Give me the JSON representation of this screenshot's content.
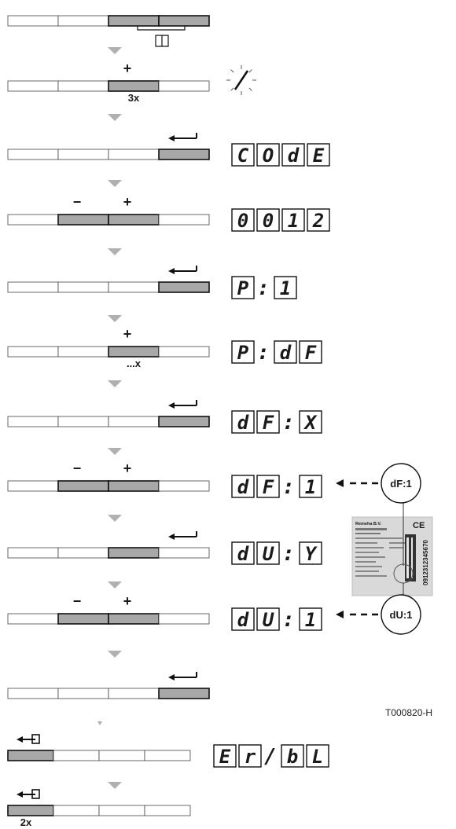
{
  "steps": [
    {
      "display": [],
      "bar_labels": [],
      "count": ""
    },
    {
      "display": [],
      "bar_labels": [
        "+"
      ],
      "count": "3x",
      "display_icon": "wrench-icon"
    },
    {
      "display": [
        "C",
        "O",
        "d",
        "E"
      ],
      "bar_labels": [
        "←"
      ],
      "count": ""
    },
    {
      "display": [
        "0",
        "0",
        "1",
        "2"
      ],
      "bar_labels": [
        "−",
        "+"
      ],
      "count": ""
    },
    {
      "display": [
        "P",
        ":",
        "1"
      ],
      "bar_labels": [
        "←"
      ],
      "count": ""
    },
    {
      "display": [
        "P",
        ":",
        "d",
        "F"
      ],
      "bar_labels": [
        "+"
      ],
      "count": "...x"
    },
    {
      "display": [
        "d",
        "F",
        ":",
        "X"
      ],
      "bar_labels": [
        "←"
      ],
      "count": ""
    },
    {
      "display": [
        "d",
        "F",
        ":",
        "1"
      ],
      "bar_labels": [
        "−",
        "+"
      ],
      "count": "",
      "callout": "dF:1"
    },
    {
      "display": [
        "d",
        "U",
        ":",
        "Y"
      ],
      "bar_labels": [
        "←"
      ],
      "count": ""
    },
    {
      "display": [
        "d",
        "U",
        ":",
        "1"
      ],
      "bar_labels": [
        "−",
        "+"
      ],
      "count": "",
      "callout": "dU:1"
    },
    {
      "display": [],
      "bar_labels": [
        "←"
      ],
      "count": ""
    },
    {
      "display": [
        "E",
        "r",
        "/",
        "b",
        "L"
      ],
      "bar_labels": [
        "⇦"
      ],
      "count": ""
    },
    {
      "display": [],
      "bar_labels": [
        "⇦"
      ],
      "count": "2x"
    }
  ],
  "reference_code": "T000820-H",
  "nameplate": {
    "brand": "Remeha B.V.",
    "ce_mark": "CE",
    "serial": "0912312345670"
  },
  "icons": {
    "manual": "book-icon",
    "arrow": "down-arrow-icon",
    "enter": "enter-arrow-icon",
    "escape": "escape-arrow-icon"
  },
  "colors": {
    "key_active": "#a8a8a8",
    "key_idle": "#ffffff",
    "arrow": "#b0b0b0",
    "ink": "#1a1a1a",
    "nameplate": "#d9d9d9"
  }
}
